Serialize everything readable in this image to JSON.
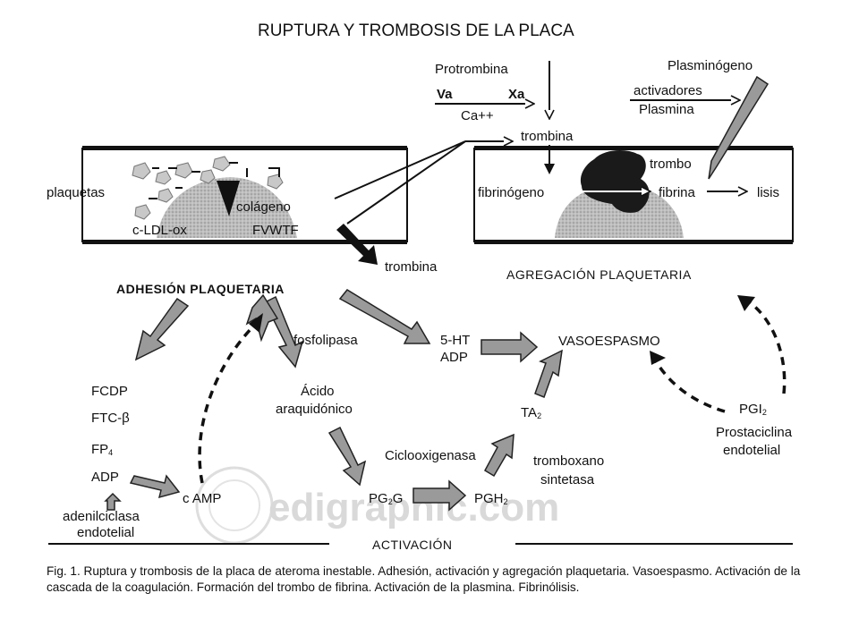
{
  "title": "RUPTURA Y TROMBOSIS DE LA  PLACA",
  "labels": {
    "protrombina": "Protrombina",
    "va": "Va",
    "xa": "Xa",
    "ca": "Ca++",
    "trombina_top": "trombina",
    "plasminogeno": "Plasminógeno",
    "activadores": "activadores",
    "plasmina": "Plasmina",
    "plaquetas": "plaquetas",
    "colageno": "colágeno",
    "cldl": "c-LDL-ox",
    "fvwtf": "FVWTF",
    "fibrinogeno": "fibrinógeno",
    "trombo": "trombo",
    "fibrina": "fibrina",
    "lisis": "lisis",
    "trombina_mid": "trombina",
    "adhesion": "ADHESIÓN  PLAQUETARIA",
    "agregacion": "AGREGACIÓN  PLAQUETARIA",
    "fosfolipasa": "fosfolipasa",
    "ht5": "5-HT",
    "adp_mid": "ADP",
    "vasoespasmo": "VASOESPASMO",
    "fcdp": "FCDP",
    "ftcb": "FTC-β",
    "fp4": "FP",
    "fp4_sub": "4",
    "adp_left": "ADP",
    "acido1": "Ácido",
    "acido2": "araquidónico",
    "ta2": "TA",
    "ta2_sub": "2",
    "pgi2": "PGI",
    "pgi2_sub": "2",
    "prostaciclina": "Prostaciclina",
    "endotelial_right": "endotelial",
    "ciclooxigenasa": "Ciclooxigenasa",
    "tromboxano1": "tromboxano",
    "tromboxano2": "sintetasa",
    "camp": "c AMP",
    "pgg": "PG",
    "pgg_sub": "2",
    "pgg_g": "G",
    "pgh": "PGH",
    "pgh_sub": "2",
    "adenil1": "adenilciclasa",
    "adenil2": "endotelial",
    "activacion": "ACTIVACIÓN"
  },
  "watermark": "edigraphic.com",
  "caption": "Fig. 1. Ruptura y trombosis de la placa de ateroma inestable. Adhesión, activación y agregación plaquetaria. Vasoespasmo. Activación de la cascada de la coagulación. Formación del trombo de fibrina. Activación de la plasmina. Fibrinólisis.",
  "colors": {
    "arrow_fill": "#9a9a9a",
    "plaque_fill": "#b8b8b8",
    "platelet_fill": "#c8c8c8",
    "thrombus_fill": "#1a1a1a"
  }
}
